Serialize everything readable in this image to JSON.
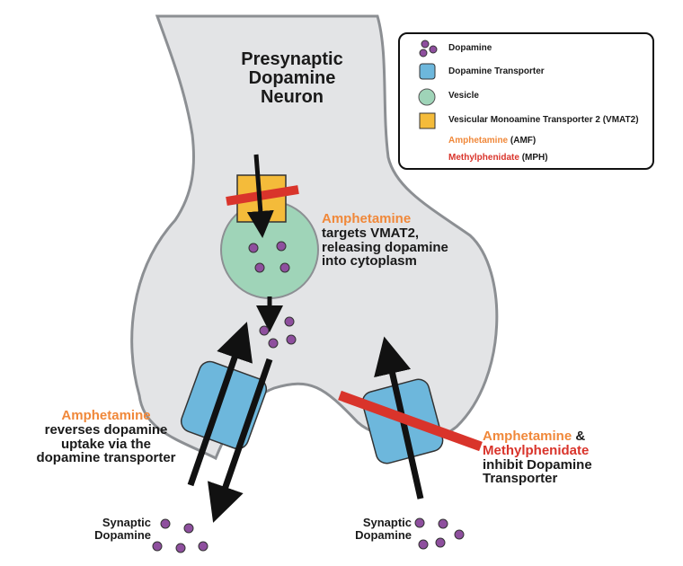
{
  "title": [
    "Presynaptic",
    "Dopamine",
    "Neuron"
  ],
  "legend": {
    "dopamine": "Dopamine",
    "transporter": "Dopamine Transporter",
    "vesicle": "Vesicle",
    "vmat2": "Vesicular Monoamine Transporter 2 (VMAT2)",
    "amphetamine": "Amphetamine",
    "amphetamine_abbr": "(AMF)",
    "methylphenidate": "Methylphenidate",
    "methylphenidate_abbr": "(MPH)"
  },
  "annotations": {
    "vmat2_amf": "Amphetamine",
    "vmat2_text": [
      "targets VMAT2,",
      "releasing dopamine",
      "into cytoplasm"
    ],
    "reverse_amf": "Amphetamine",
    "reverse_text": [
      "reverses dopamine",
      "uptake via the",
      "dopamine transporter"
    ],
    "inhibit_amf": "Amphetamine",
    "inhibit_and": " &",
    "inhibit_mph": "Methylphenidate",
    "inhibit_text": [
      "inhibit Dopamine",
      "Transporter"
    ]
  },
  "synaptic_left": [
    "Synaptic",
    "Dopamine"
  ],
  "synaptic_right": [
    "Synaptic",
    "Dopamine"
  ],
  "colors": {
    "neuron_fill": "#e3e4e6",
    "neuron_stroke": "#8c8f93",
    "dopamine": "#8e4f9e",
    "transporter": "#6db7dc",
    "vesicle": "#9fd4b8",
    "vmat2": "#f4bb3a",
    "amphetamine": "#f0883a",
    "methylphenidate": "#d9342b",
    "arrow": "#111111"
  }
}
